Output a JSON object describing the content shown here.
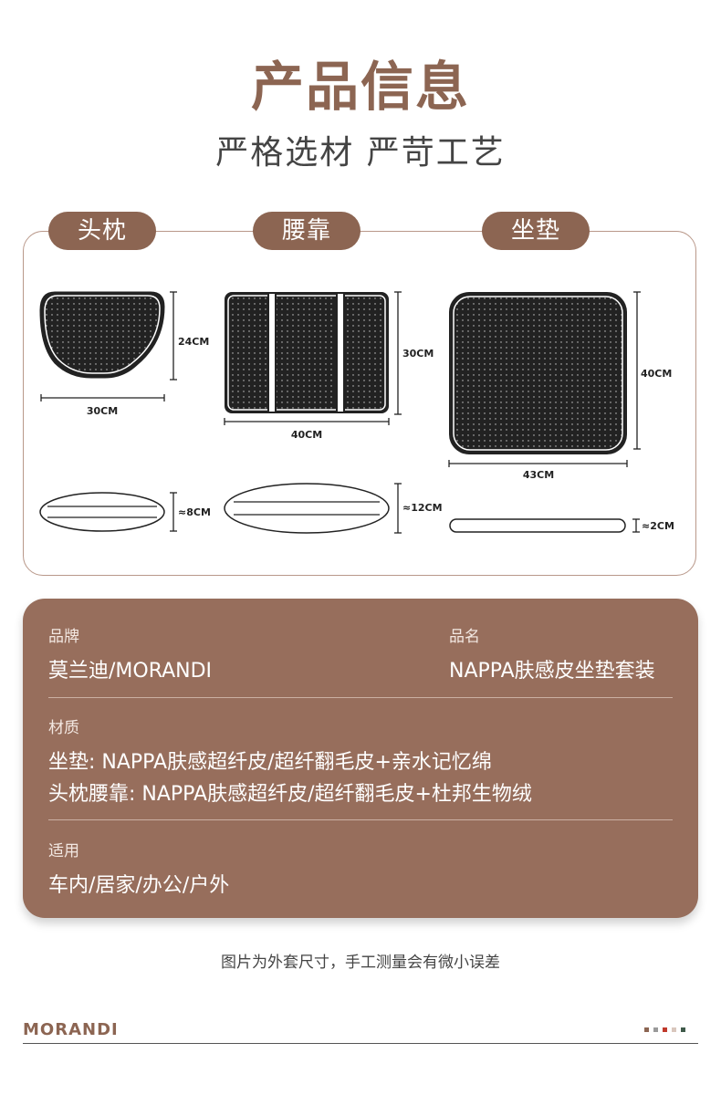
{
  "header": {
    "title": "产品信息",
    "subtitle": "严格选材 严苛工艺"
  },
  "tabs": [
    {
      "label": "头枕"
    },
    {
      "label": "腰靠"
    },
    {
      "label": "坐垫"
    }
  ],
  "dimensions": {
    "headrest": {
      "height": "24CM",
      "width": "30CM",
      "thickness": "≈8CM"
    },
    "lumbar": {
      "height": "30CM",
      "width": "40CM",
      "thickness": "≈12CM"
    },
    "seat": {
      "height": "40CM",
      "width": "43CM",
      "thickness": "≈2CM"
    }
  },
  "info": {
    "brand_label": "品牌",
    "brand_value": "莫兰迪/MORANDI",
    "name_label": "品名",
    "name_value": "NAPPA肤感皮坐垫套装",
    "material_label": "材质",
    "material_line1": "坐垫: NAPPA肤感超纤皮/超纤翻毛皮+亲水记忆绵",
    "material_line2": "头枕腰靠: NAPPA肤感超纤皮/超纤翻毛皮+杜邦生物绒",
    "usage_label": "适用",
    "usage_value": "车内/居家/办公/户外"
  },
  "note": "图片为外套尺寸，手工测量会有微小误差",
  "footer": {
    "brand": "MORANDI",
    "swatch_colors": [
      "#8c6552",
      "#9a9a9a",
      "#c0392b",
      "#d9c7bd",
      "#3f5a4a"
    ]
  },
  "colors": {
    "accent": "#8c6552",
    "panel": "#976e5c"
  }
}
